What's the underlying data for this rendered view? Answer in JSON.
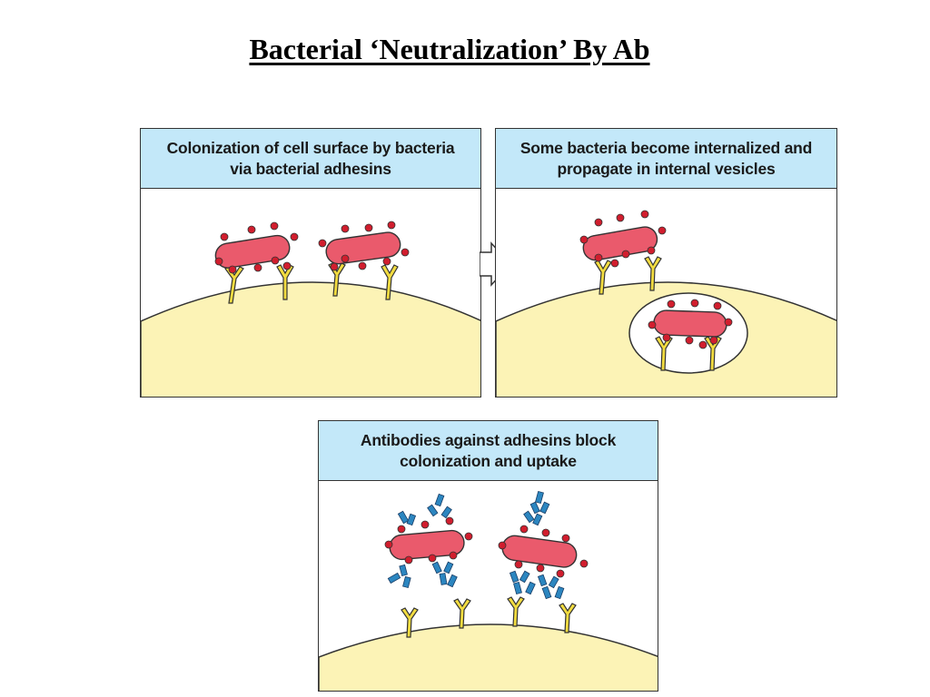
{
  "slide": {
    "title": "Bacterial ‘Neutralization’ By Ab"
  },
  "panels": [
    {
      "id": "colonization",
      "caption": "Colonization of cell surface by bacteria\nvia bacterial adhesins"
    },
    {
      "id": "internalization",
      "caption": "Some bacteria become internalized and\npropagate in internal vesicles"
    },
    {
      "id": "antibody-block",
      "caption": "Antibodies against adhesins block\ncolonization and uptake"
    }
  ],
  "colors": {
    "cell": "#fcf3b6",
    "bacterium": "#ea5a6c",
    "adhesin": "#d11e2e",
    "receptor": "#f2dc40",
    "antibody": "#2c86c0",
    "header": "#c3e8f9",
    "outline": "#333333"
  }
}
